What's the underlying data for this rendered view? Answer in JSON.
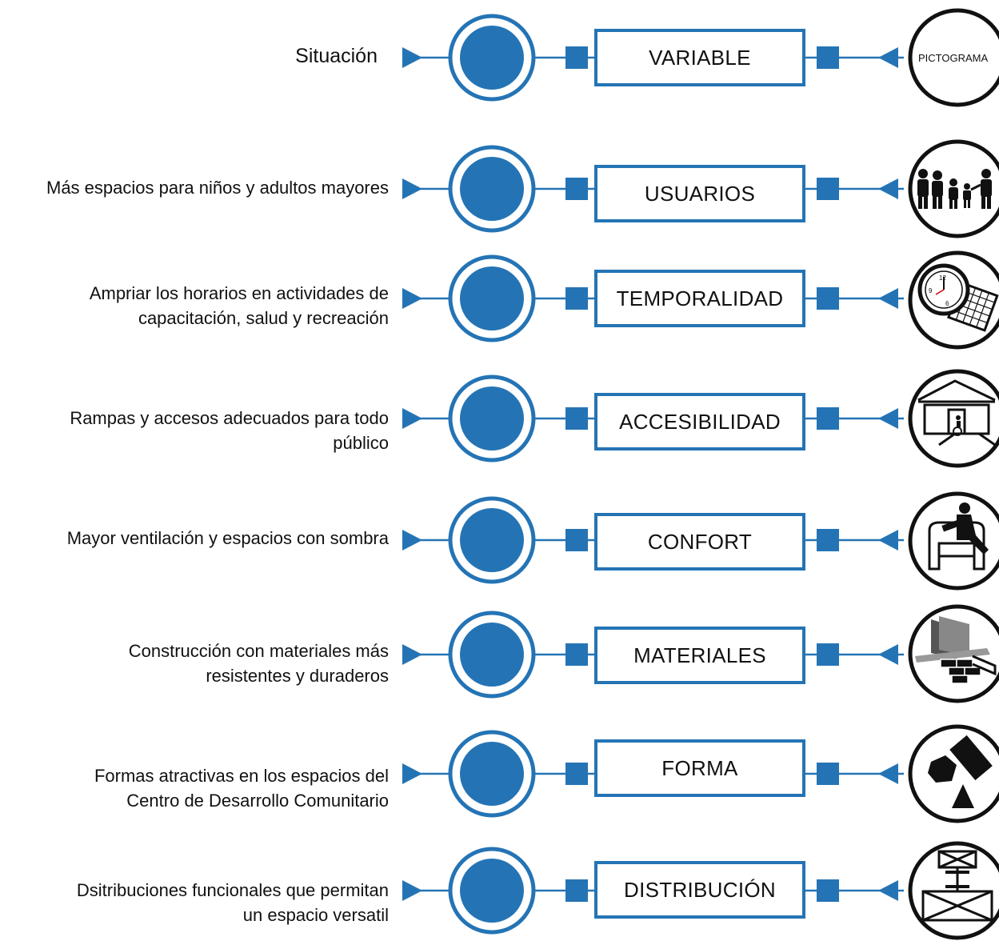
{
  "colors": {
    "accent": "#2474b5",
    "dark": "#111111"
  },
  "rows": [
    {
      "situacion": "Situación",
      "variable": "VARIABLE",
      "pictograma_icon": "pictograma-label-icon",
      "pictograma_label": "PICTOGRAMA"
    },
    {
      "situacion": "Más espacios para niños y adultos mayores",
      "variable": "USUARIOS",
      "pictograma_icon": "family-icon"
    },
    {
      "situacion": "Ampriar los horarios en actividades de\ncapacitación, salud y recreación",
      "variable": "TEMPORALIDAD",
      "pictograma_icon": "clock-calendar-icon",
      "clock_numbers": [
        "12",
        "9",
        "6"
      ]
    },
    {
      "situacion": "Rampas y accesos adecuados para todo\npúblico",
      "variable": "ACCESIBILIDAD",
      "pictograma_icon": "accessible-house-icon"
    },
    {
      "situacion": "Mayor ventilación y espacios con sombra",
      "variable": "CONFORT",
      "pictograma_icon": "person-armchair-icon"
    },
    {
      "situacion": "Construcción con materiales más\nresistentes y duraderos",
      "variable": "MATERIALES",
      "pictograma_icon": "building-materials-icon"
    },
    {
      "situacion": "Formas atractivas en los espacios del\nCentro de Desarrollo Comunitario",
      "variable": "FORMA",
      "pictograma_icon": "geometric-shapes-icon"
    },
    {
      "situacion": "Dsitribuciones funcionales que permitan\nun espacio versatil",
      "variable": "DISTRIBUCIÓN",
      "pictograma_icon": "floor-plan-distribution-icon"
    }
  ]
}
